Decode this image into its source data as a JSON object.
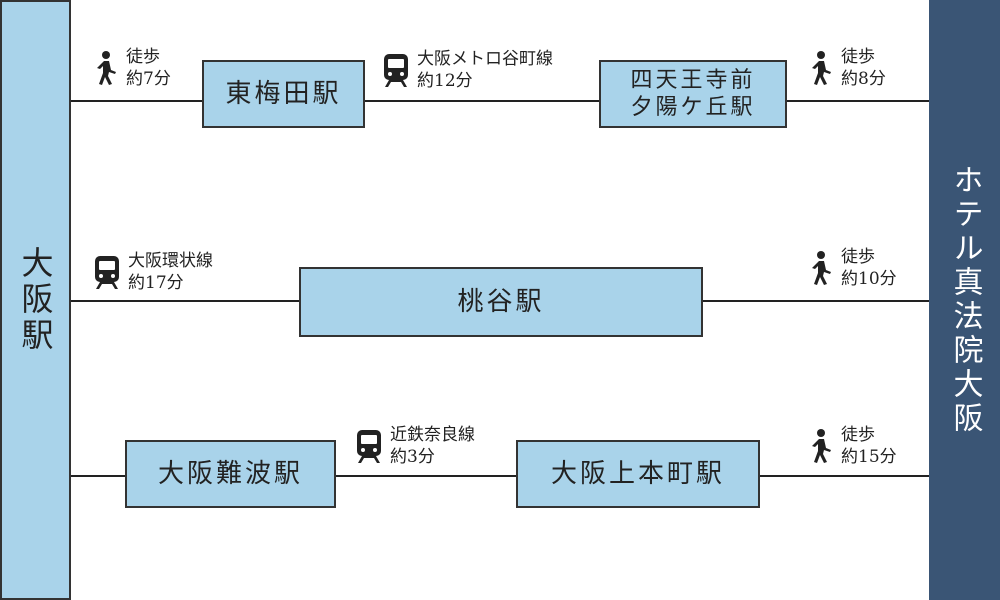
{
  "origin": {
    "label": "大阪駅"
  },
  "destination": {
    "label": "ホテル真法院大阪"
  },
  "routes": [
    {
      "legs": [
        {
          "mode": "walk-icon",
          "line": "徒歩",
          "time": "約7分"
        },
        {
          "mode": "train-icon",
          "line": "大阪メトロ谷町線",
          "time": "約12分"
        },
        {
          "mode": "walk-icon",
          "line": "徒歩",
          "time": "約8分"
        }
      ],
      "stations": [
        {
          "label": "東梅田駅"
        },
        {
          "line1": "四天王寺前",
          "line2": "夕陽ケ丘駅"
        }
      ]
    },
    {
      "legs": [
        {
          "mode": "train-icon",
          "line": "大阪環状線",
          "time": "約17分"
        },
        {
          "mode": "walk-icon",
          "line": "徒歩",
          "time": "約10分"
        }
      ],
      "stations": [
        {
          "label": "桃谷駅"
        }
      ]
    },
    {
      "legs": [
        {
          "mode": "train-icon",
          "line": "近鉄奈良線",
          "time": "約3分"
        },
        {
          "mode": "walk-icon",
          "line": "徒歩",
          "time": "約15分"
        }
      ],
      "stations": [
        {
          "label": "大阪難波駅"
        },
        {
          "label": "大阪上本町駅"
        }
      ]
    }
  ]
}
